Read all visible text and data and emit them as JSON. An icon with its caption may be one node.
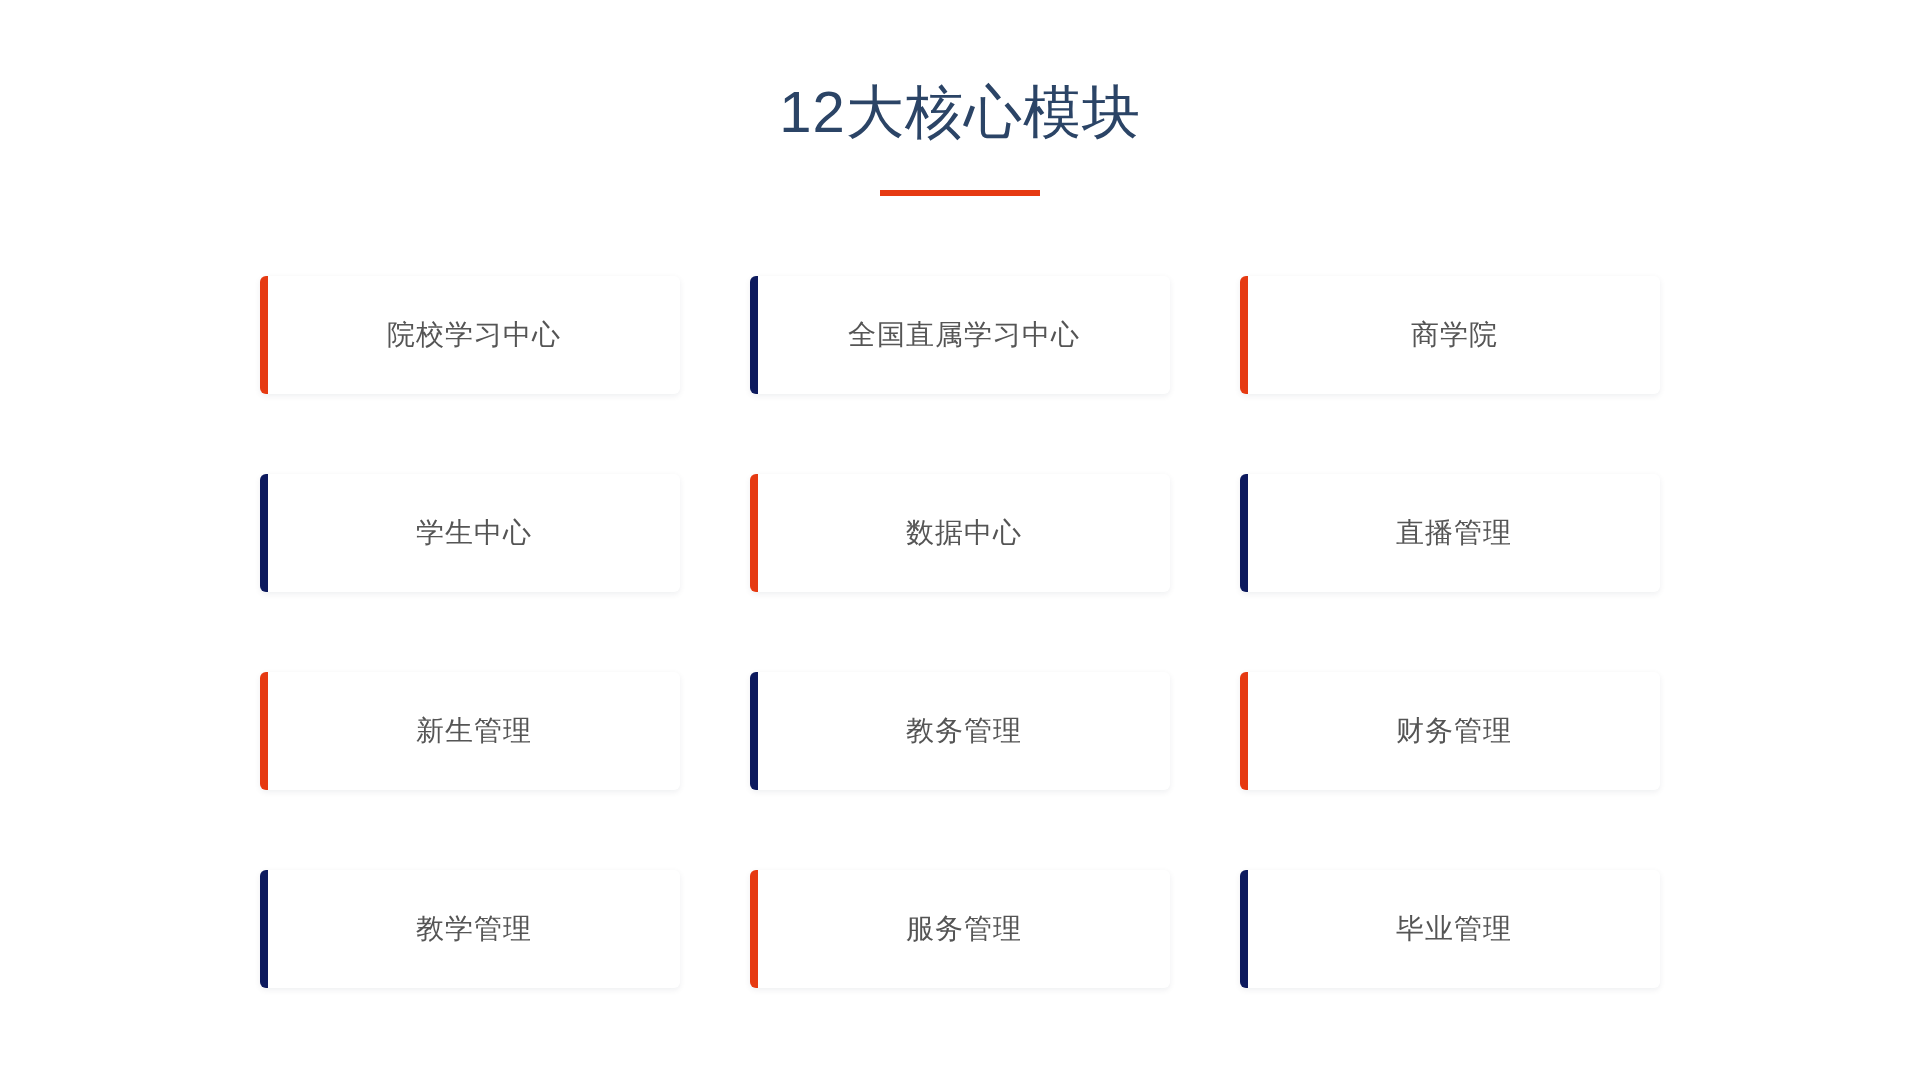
{
  "diagram": {
    "title": "12大核心模块",
    "nodes": [
      {
        "text": [
          "院校学习中心"
        ]
      },
      {
        "text": [
          "全国直属学习中心"
        ]
      },
      {
        "text": [
          "商学院"
        ]
      },
      {
        "text": [
          "学生中心"
        ]
      },
      {
        "text": [
          "数据中心"
        ]
      },
      {
        "text": [
          "直播管理"
        ]
      },
      {
        "text": [
          "新生管理"
        ]
      },
      {
        "text": [
          "教务管理"
        ]
      },
      {
        "text": [
          "财务管理"
        ]
      },
      {
        "text": [
          "教学管理"
        ]
      },
      {
        "text": [
          "服务管理"
        ]
      },
      {
        "text": [
          "毕业管理"
        ]
      }
    ]
  }
}
